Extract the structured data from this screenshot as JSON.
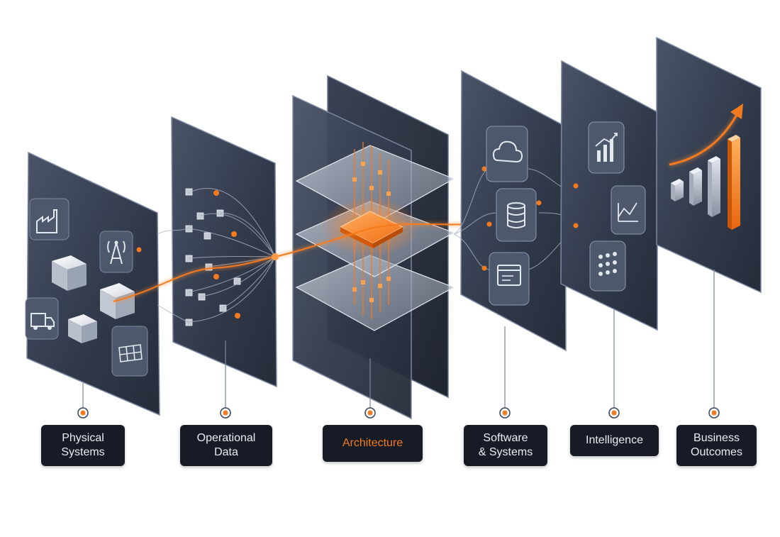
{
  "stages": [
    {
      "label": "Physical\nSystems",
      "highlight": false
    },
    {
      "label": "Operational\nData",
      "highlight": false
    },
    {
      "label": "Architecture",
      "highlight": true
    },
    {
      "label": "Software\n& Systems",
      "highlight": false
    },
    {
      "label": "Intelligence",
      "highlight": false
    },
    {
      "label": "Business\nOutcomes",
      "highlight": false
    }
  ],
  "colors": {
    "accent": "#f47a1f",
    "panel": "#3a4457",
    "panel_edge": "#6b7890",
    "label_bg": "#161b26",
    "label_text": "#e9edf3"
  }
}
